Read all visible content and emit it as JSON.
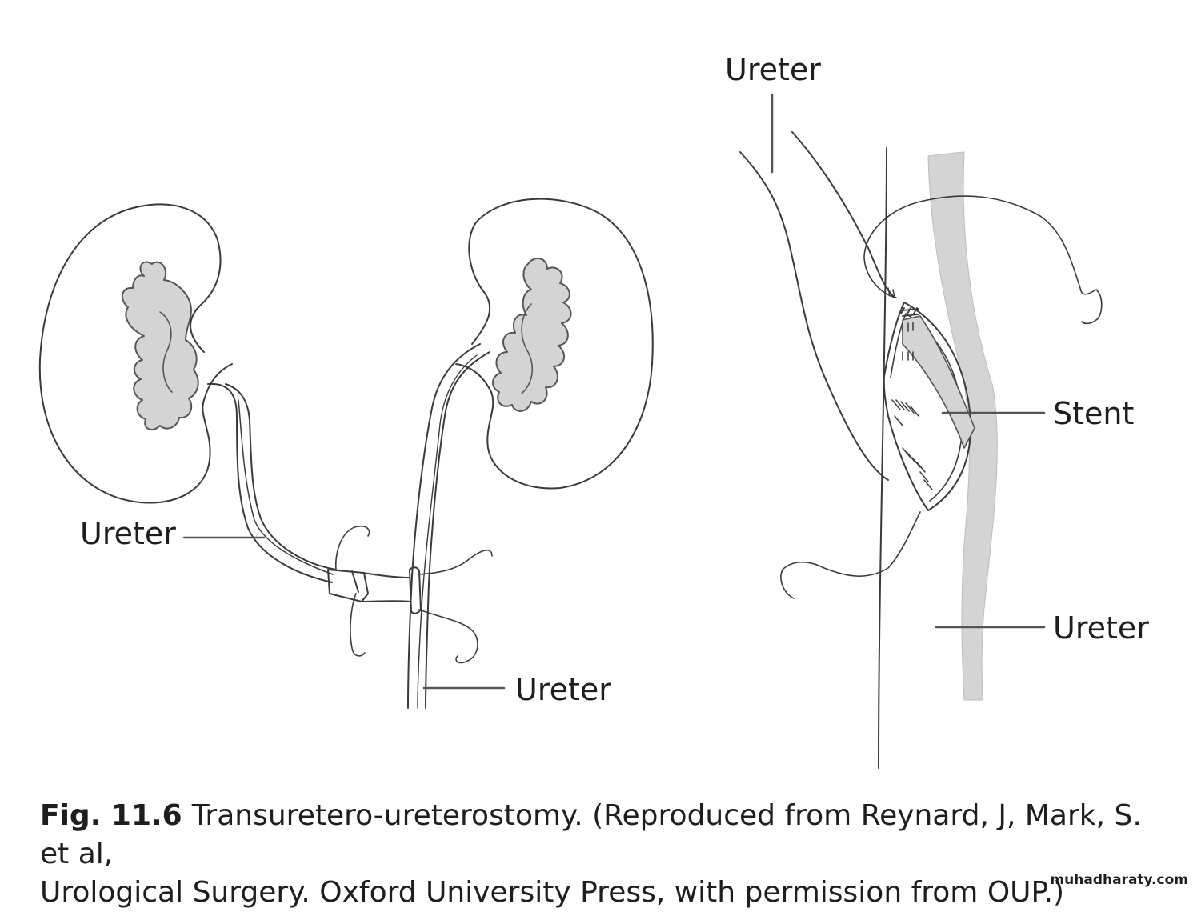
{
  "labels": {
    "ureter_top": "Ureter",
    "ureter_left": "Ureter",
    "ureter_bottom": "Ureter",
    "stent": "Stent",
    "ureter_right": "Ureter"
  },
  "caption": {
    "number": "Fig. 11.6",
    "line1": "Transuretero-ureterostomy. (Reproduced from Reynard, J, Mark, S. et al,",
    "line2": "Urological Surgery. Oxford University Press, with permission from OUP.)"
  },
  "watermark": "muhadharaty.com",
  "colors": {
    "line": "#3a3a3a",
    "fill": "#d4d4d4"
  }
}
